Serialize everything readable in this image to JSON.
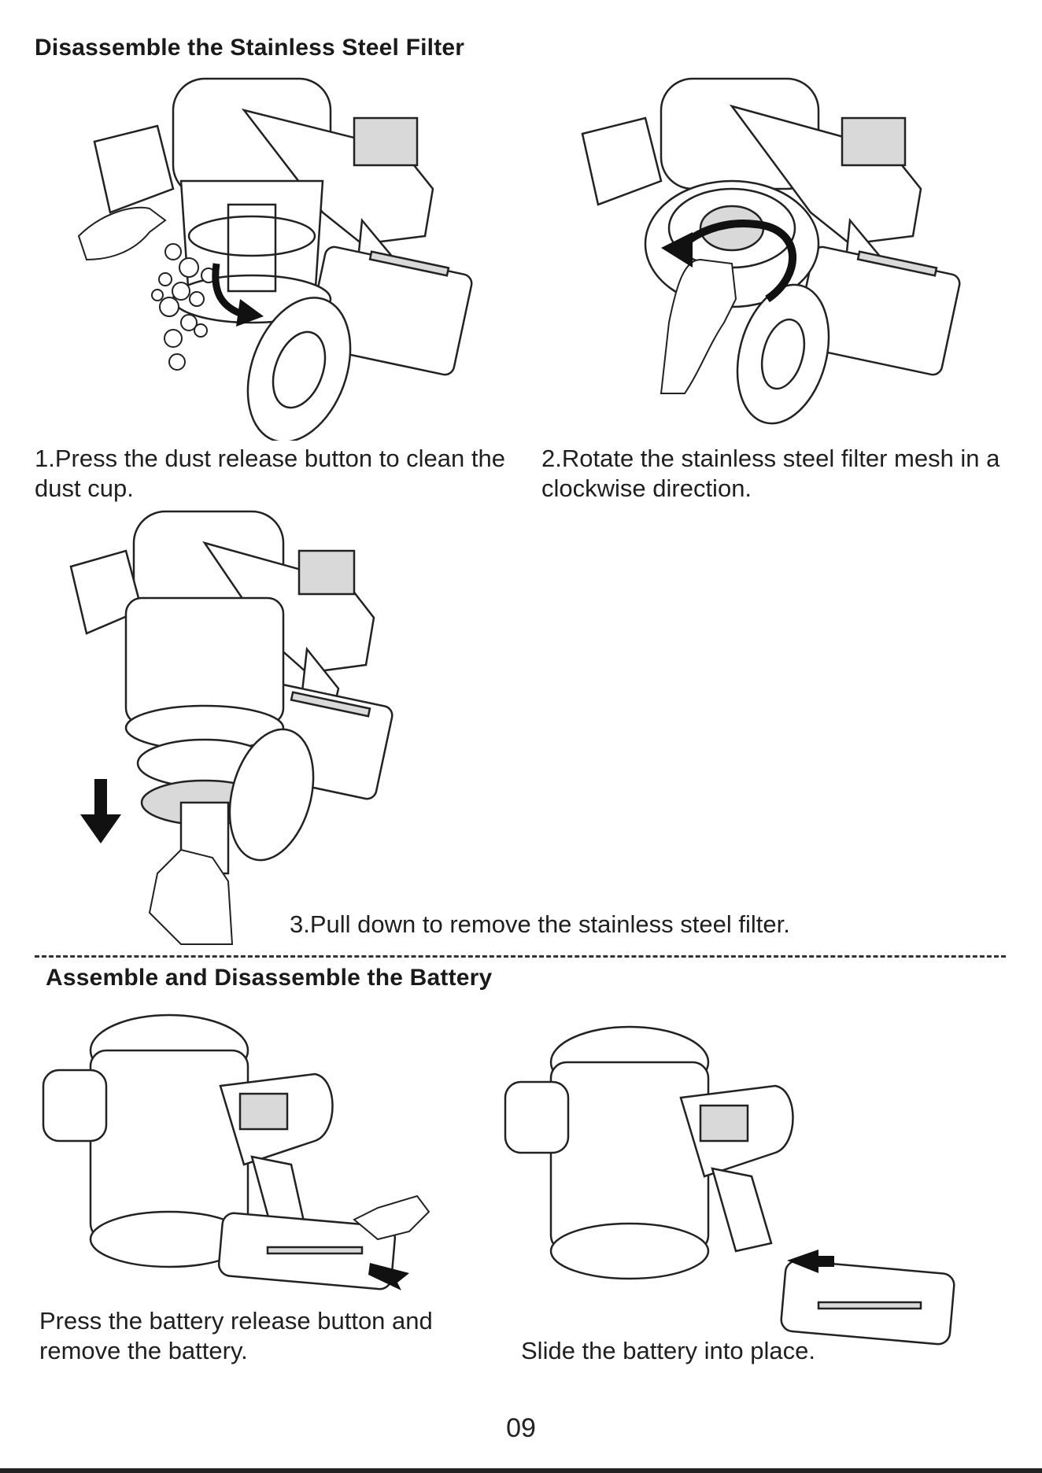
{
  "section1": {
    "title": "Disassemble the Stainless Steel Filter",
    "steps": [
      {
        "caption": "1.Press the dust release button to clean the dust cup."
      },
      {
        "caption": "2.Rotate the stainless steel filter mesh in a clockwise direction."
      },
      {
        "caption": "3.Pull down to remove the stainless steel filter."
      }
    ]
  },
  "section2": {
    "title": "Assemble and Disassemble the Battery",
    "steps": [
      {
        "caption": "Press the battery release button and remove the battery."
      },
      {
        "caption": "Slide the battery into place."
      }
    ]
  },
  "page_number": "09",
  "colors": {
    "line": "#222222",
    "fill": "#ffffff",
    "shade": "#d9d9d9",
    "arrow": "#111111"
  }
}
